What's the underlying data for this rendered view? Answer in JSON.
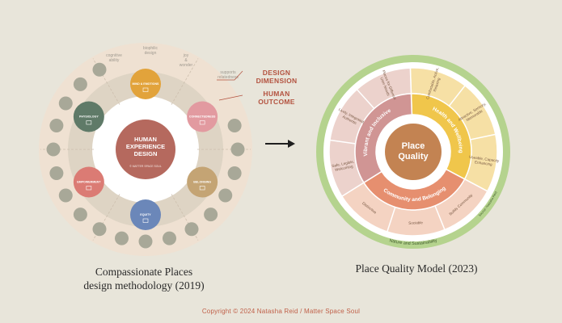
{
  "left": {
    "center_title": [
      "HUMAN",
      "EXPERIENCE",
      "DESIGN"
    ],
    "center_brand": "© MATTER SPACE SOUL",
    "dimensions": [
      {
        "name": "MIND & EMOTIONS",
        "color": "#e2a33b"
      },
      {
        "name": "CONNECTEDNESS",
        "color": "#e29aa0"
      },
      {
        "name": "BELONGING",
        "color": "#c4a474"
      },
      {
        "name": "EQUITY",
        "color": "#6b87b9"
      },
      {
        "name": "EMPOWERMENT",
        "color": "#db7b74"
      },
      {
        "name": "PHYSIOLOGY",
        "color": "#5f7a68"
      }
    ],
    "outcomes": [
      "cognitive ability",
      "biophilic design",
      "joy & wonder",
      "supports relatedness"
    ],
    "caption": [
      "Compassionate Places",
      "design methodology  (2019)"
    ]
  },
  "legend": {
    "design_dimension": [
      "DESIGN",
      "DIMENSION"
    ],
    "human_outcome": [
      "HUMAN",
      "OUTCOME"
    ]
  },
  "right": {
    "center": [
      "Place",
      "Quality"
    ],
    "domains": [
      {
        "name": "Health and Wellbeing",
        "color": "#f0c64b",
        "light": "#f6e0a5",
        "items": [
          "Comfortable, Active, Relaxing",
          "Attractive, Sensory, Memorable",
          "Useable, Capacity Enhancing"
        ]
      },
      {
        "name": "Community and Belonging",
        "color": "#e68f6f",
        "light": "#f4d3c2",
        "items": [
          "Builds Community",
          "Sociable",
          "Distinctive"
        ]
      },
      {
        "name": "Vibrant and Inclusive",
        "color": "#d09594",
        "light": "#ecd2cc",
        "items": [
          "Safe, Legible, Welcoming",
          "Lively, Integrated, Authentic",
          "Places for Different User Needs"
        ]
      }
    ],
    "outer_ring": "Nature and Sustainability",
    "outer_ring_color": "#b5d38e",
    "source": "Source: Natasha Reid",
    "caption": "Place Quality Model (2023)"
  },
  "copyright": "Copyright © 2024 Natasha Reid / Matter Space Soul"
}
